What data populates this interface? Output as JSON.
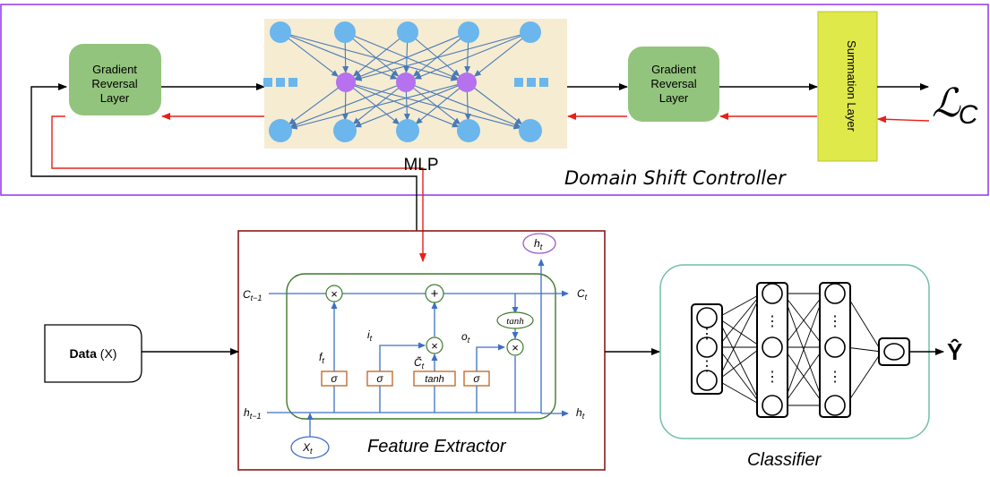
{
  "domain_shift_controller": {
    "title": "Domain Shift Controller",
    "grl_left": {
      "line1": "Gradient",
      "line2": "Reversal",
      "line3": "Layer"
    },
    "grl_right": {
      "line1": "Gradient",
      "line2": "Reversal",
      "line3": "Layer"
    },
    "mlp_label": "MLP",
    "summation_label": "Summation Layer",
    "loss_label": "ℒ",
    "loss_subscript": "C"
  },
  "feature_extractor": {
    "title": "Feature Extractor",
    "labels": {
      "c_prev": "C",
      "c_prev_sub": "t−1",
      "c_t": "C",
      "c_t_sub": "t",
      "h_prev": "h",
      "h_prev_sub": "t−1",
      "h_t_right": "h",
      "h_t_right_sub": "t",
      "h_t_top": "h",
      "h_t_top_sub": "t",
      "x_t": "X",
      "x_t_sub": "t",
      "f_t": "f",
      "f_t_sub": "t",
      "i_t": "i",
      "i_t_sub": "t",
      "o_t": "o",
      "o_t_sub": "t",
      "c_tilde": "C̃",
      "c_tilde_sub": "t",
      "tanh_top": "tanh",
      "tanh_gate": "tanh",
      "sigma": "σ",
      "times": "×",
      "plus": "+"
    }
  },
  "data_input": {
    "bold": "Data",
    "rest": " (X)"
  },
  "classifier": {
    "title": "Classifier",
    "output": "Ŷ",
    "dots": "⋮"
  },
  "colors": {
    "outer_border": "#9b3ff0",
    "grl_fill": "#93c47d",
    "summation_fill": "#dfe94a",
    "red_arrow": "#e8201a",
    "lstm_border": "#8b1a1a",
    "lstm_cell_border": "#3f7a2a",
    "lstm_line": "#3d6fc4",
    "gate_box": "#c0621e",
    "classifier_border": "#6fc2a0",
    "mlp_bg": "#f5ecd2",
    "node_blue": "#6bb6ec",
    "node_purple": "#b571ee"
  }
}
